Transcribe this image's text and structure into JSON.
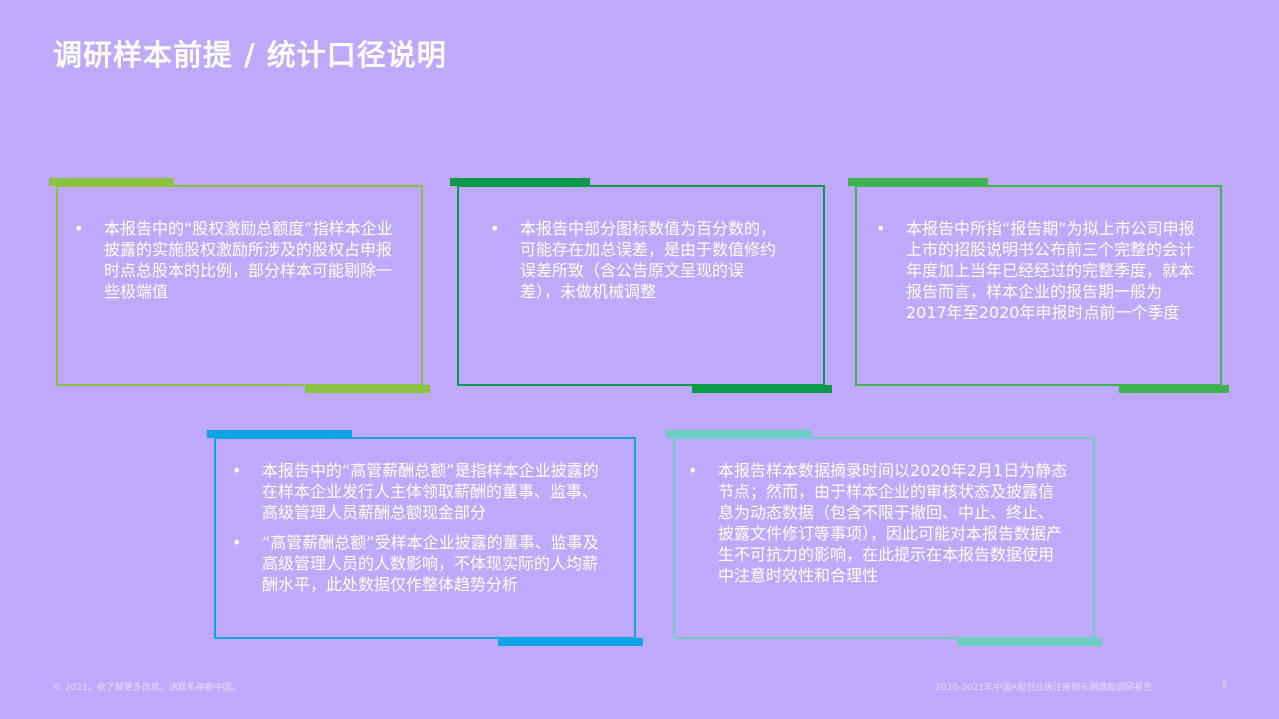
{
  "page": {
    "title": "调研样本前提 / 统计口径说明",
    "footer_left": "© 2021。欲了解更多信息，请联系德勤中国。",
    "footer_right": "2020-2021年中国A股创业板注册制长期激励调研报告",
    "page_number": "5"
  },
  "colors": {
    "background": "#bea9fd",
    "card1": "#8bc23f",
    "card2": "#0b9a4a",
    "card3": "#3fb34f",
    "card4": "#0ea3e3",
    "card5": "#6ecdc2"
  },
  "cards": [
    {
      "bullets": [
        "本报告中的“股权激励总额度”指样本企业披露的实施股权激励所涉及的股权占申报时点总股本的比例，部分样本可能剔除一些极端值"
      ]
    },
    {
      "bullets": [
        "本报告中部分图标数值为百分数的，可能存在加总误差，是由于数值修约误差所致（含公告原文呈现的误差），未做机械调整"
      ]
    },
    {
      "bullets": [
        "本报告中所指“报告期”为拟上市公司申报上市的招股说明书公布前三个完整的会计年度加上当年已经经过的完整季度，就本报告而言，样本企业的报告期一般为2017年至2020年申报时点前一个季度"
      ]
    },
    {
      "bullets": [
        "本报告中的“高管薪酬总额”是指样本企业披露的在样本企业发行人主体领取薪酬的董事、监事、高级管理人员薪酬总额现金部分",
        "“高管薪酬总额”受样本企业披露的董事、监事及高级管理人员的人数影响，不体现实际的人均薪酬水平，此处数据仅作整体趋势分析"
      ]
    },
    {
      "bullets": [
        "本报告样本数据摘录时间以2020年2月1日为静态节点；然而，由于样本企业的审核状态及披露信息为动态数据（包含不限于撤回、中止、终止、披露文件修订等事项），因此可能对本报告数据产生不可抗力的影响，在此提示在本报告数据使用中注意时效性和合理性"
      ]
    }
  ],
  "bullet_symbol": "•"
}
